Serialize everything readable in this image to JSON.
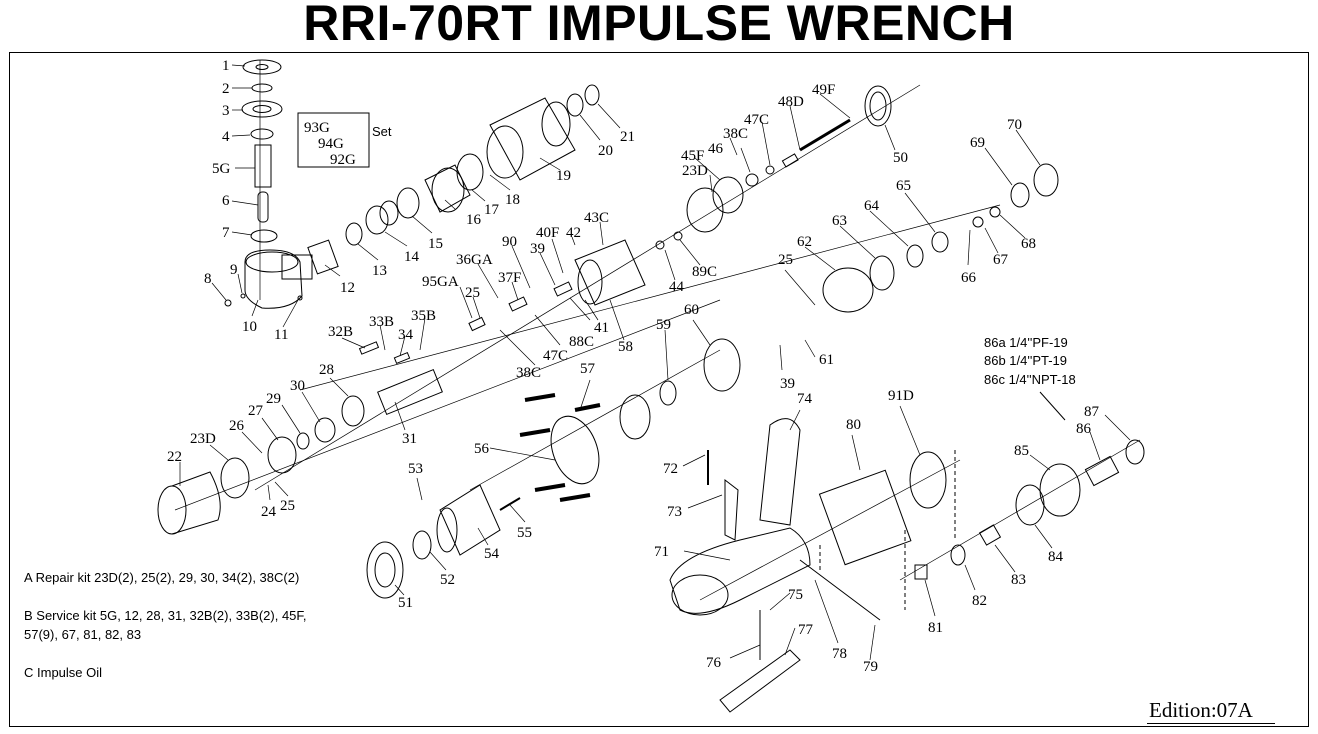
{
  "title": "RRI-70RT IMPULSE WRENCH",
  "set_label": "Set",
  "set_parts": [
    "93G",
    "94G",
    "92G"
  ],
  "inlet_options": [
    "86a 1/4''PF-19",
    "86b 1/4''PT-19",
    "86c 1/4''NPT-18"
  ],
  "notes": {
    "a": "A Repair kit 23D(2), 25(2), 29, 30, 34(2), 38C(2)",
    "b1": "B Service kit 5G, 12, 28, 31, 32B(2), 33B(2), 45F,",
    "b2": "57(9), 67, 81, 82, 83",
    "c": "C Impulse Oil"
  },
  "edition": "Edition:07A",
  "part_labels": [
    "1",
    "2",
    "3",
    "4",
    "5G",
    "6",
    "7",
    "8",
    "9",
    "10",
    "11",
    "12",
    "13",
    "14",
    "14",
    "15",
    "16",
    "17",
    "18",
    "19",
    "20",
    "21",
    "23D",
    "45F",
    "38C",
    "46",
    "47C",
    "48D",
    "49F",
    "50",
    "70",
    "69",
    "65",
    "64",
    "63",
    "62",
    "68",
    "67",
    "66",
    "42",
    "43C",
    "40F",
    "39",
    "90",
    "36GA",
    "37F",
    "95GA",
    "25",
    "44",
    "89C",
    "88C",
    "41",
    "47C",
    "38C",
    "58",
    "32B",
    "33B",
    "34",
    "35B",
    "28",
    "30",
    "29",
    "27",
    "26",
    "23D",
    "22",
    "31",
    "24",
    "25",
    "57",
    "56",
    "59",
    "60",
    "25",
    "61",
    "39",
    "53",
    "55",
    "54",
    "52",
    "51",
    "74",
    "91D",
    "80",
    "72",
    "73",
    "71",
    "75",
    "77",
    "76",
    "78",
    "79",
    "81",
    "82",
    "83",
    "84",
    "85",
    "86",
    "87"
  ]
}
